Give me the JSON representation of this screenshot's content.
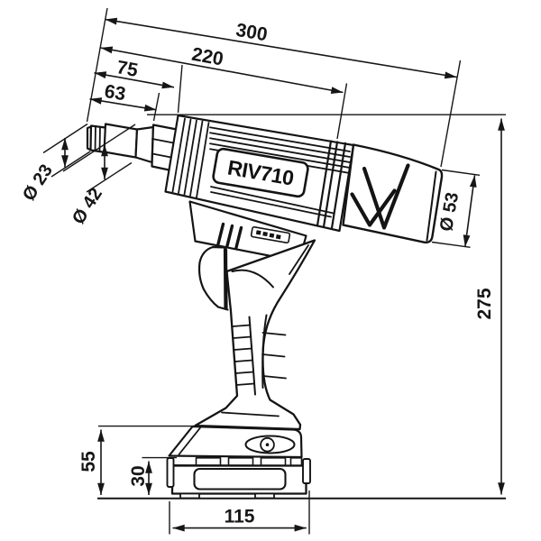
{
  "title": "RIV710 blind rivet tool dimensional drawing",
  "colors": {
    "ink": "#161616",
    "background": "#ffffff"
  },
  "model_label": {
    "prefix": "RIV",
    "number": "710"
  },
  "dimensions": {
    "overall_length": "300",
    "length_to_grip": "220",
    "front_length": "75",
    "nose_length": "63",
    "nose_diameter": "Ø 23",
    "front_housing_diameter": "Ø 42",
    "grip_diameter": "Ø 53",
    "overall_height": "275",
    "battery_height": "55",
    "battery_body_height": "30",
    "battery_width": "115"
  }
}
